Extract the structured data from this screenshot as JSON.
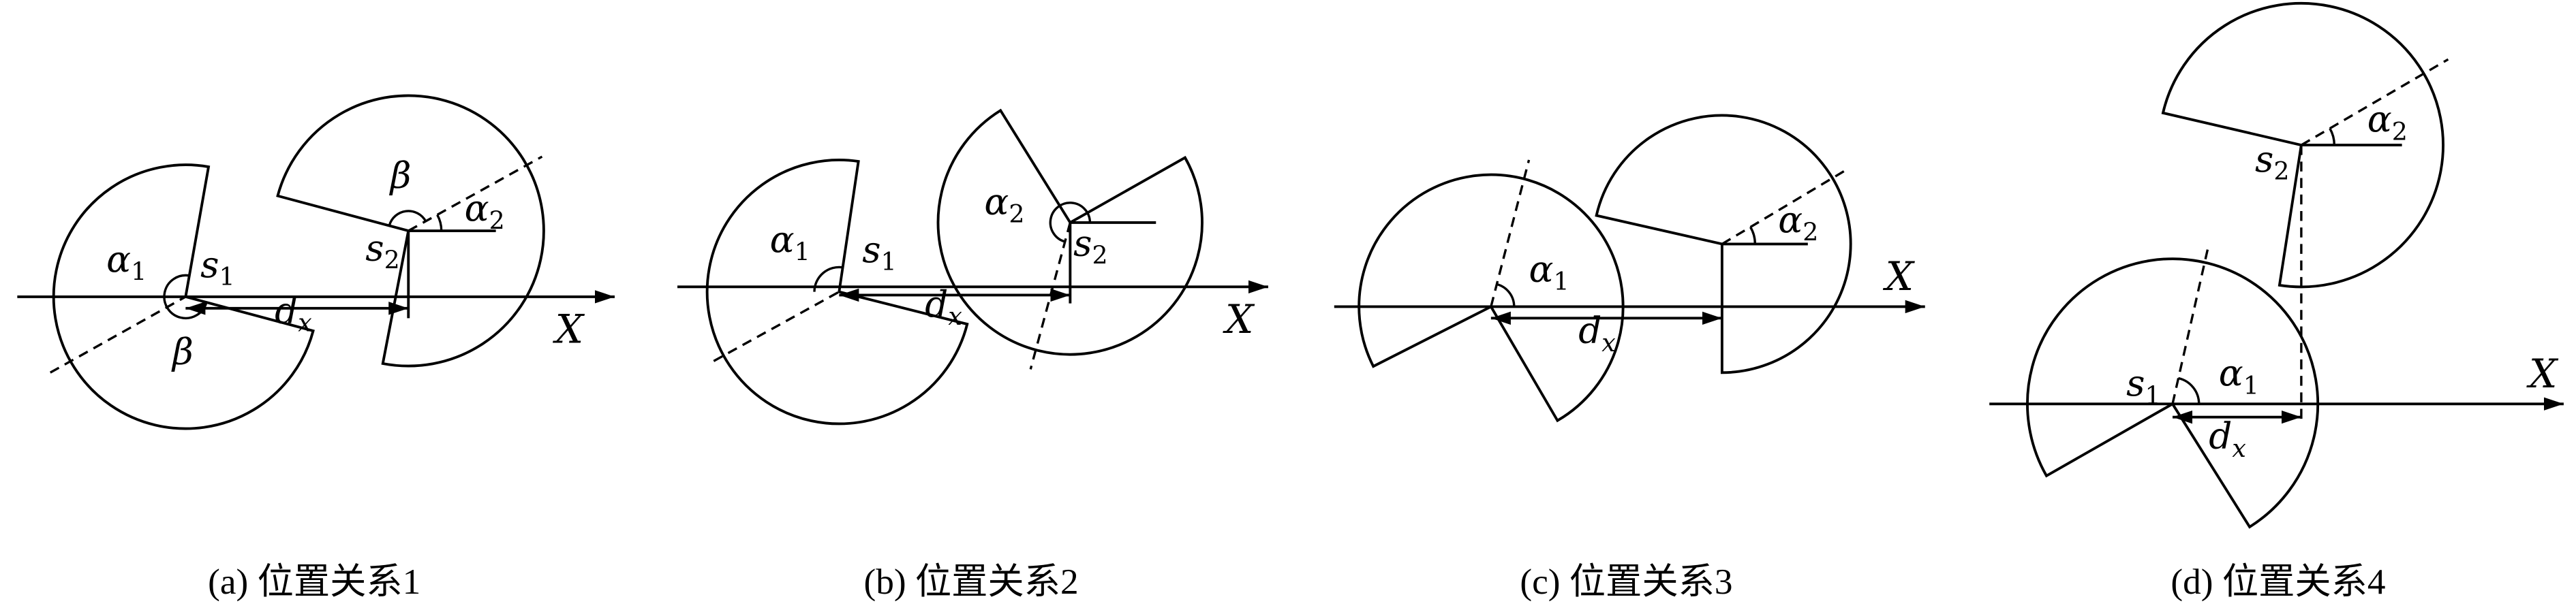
{
  "panels": [
    {
      "caption": "(a) 位置关系1",
      "axis": "X",
      "alpha1": {
        "base": "α",
        "sub": "1"
      },
      "alpha2": {
        "base": "α",
        "sub": "2"
      },
      "s1": {
        "base": "s",
        "sub": "1"
      },
      "s2": {
        "base": "s",
        "sub": "2"
      },
      "beta_s1": "β",
      "beta_s2": "β",
      "dx": {
        "base": "d",
        "sub": "x"
      }
    },
    {
      "caption": "(b) 位置关系2",
      "axis": "X",
      "alpha1": {
        "base": "α",
        "sub": "1"
      },
      "alpha2": {
        "base": "α",
        "sub": "2"
      },
      "s1": {
        "base": "s",
        "sub": "1"
      },
      "s2": {
        "base": "s",
        "sub": "2"
      },
      "dx": {
        "base": "d",
        "sub": "x"
      }
    },
    {
      "caption": "(c) 位置关系3",
      "axis": "X",
      "alpha1": {
        "base": "α",
        "sub": "1"
      },
      "alpha2": {
        "base": "α",
        "sub": "2"
      },
      "dx": {
        "base": "d",
        "sub": "x"
      }
    },
    {
      "caption": "(d) 位置关系4",
      "axis": "X",
      "alpha1": {
        "base": "α",
        "sub": "1"
      },
      "alpha2": {
        "base": "α",
        "sub": "2"
      },
      "s1": {
        "base": "s",
        "sub": "1"
      },
      "s2": {
        "base": "s",
        "sub": "2"
      },
      "dx": {
        "base": "d",
        "sub": "x"
      }
    }
  ]
}
